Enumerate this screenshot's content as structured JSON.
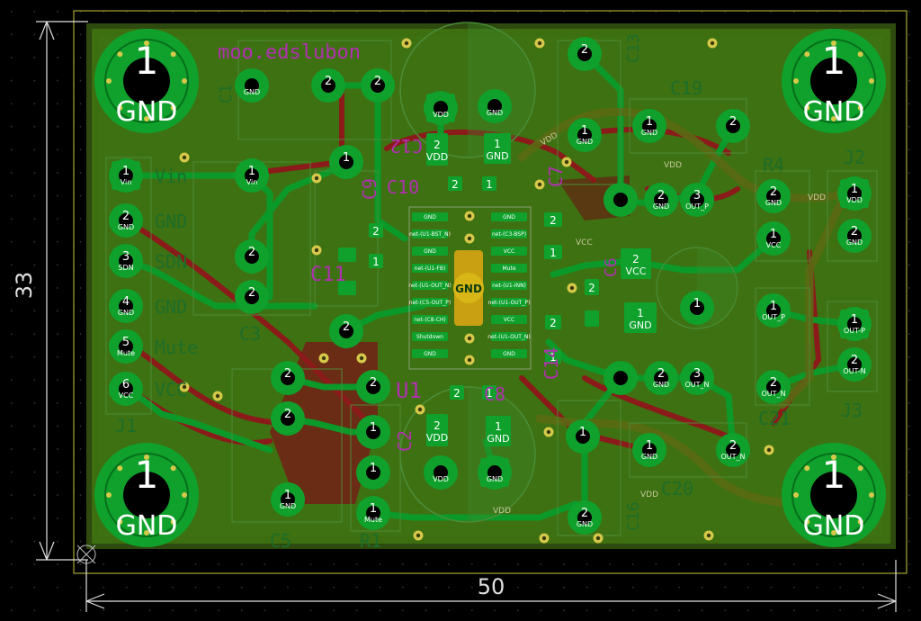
{
  "board": {
    "website": "moo.edslubon",
    "center_label": "GND"
  },
  "dimensions": {
    "height_label": "33",
    "width_label": "50"
  },
  "mounting_holes": [
    {
      "num": "1",
      "net": "GND"
    },
    {
      "num": "1",
      "net": "GND"
    },
    {
      "num": "1",
      "net": "GND"
    },
    {
      "num": "1",
      "net": "GND"
    }
  ],
  "references": {
    "c1": "C1",
    "c3": "C3",
    "c5": "C5",
    "c9": "C9",
    "c10": "C10",
    "c11": "C11",
    "c12": "C12",
    "c13": "C13",
    "c16": "C16",
    "c19": "C19",
    "c20": "C20",
    "c21": "C21",
    "r1": "R1",
    "r4": "R4",
    "u1": "U1",
    "j1": "J1",
    "j2": "J2",
    "j3": "J3",
    "c6": "C6",
    "c2": "C2",
    "c7": "C7",
    "c8": "C8",
    "c14": "C14"
  },
  "j1_pins": [
    {
      "num": "1",
      "net": "Vin"
    },
    {
      "num": "2",
      "net": "GND"
    },
    {
      "num": "3",
      "net": "SDN"
    },
    {
      "num": "4",
      "net": "GND"
    },
    {
      "num": "5",
      "net": "Mute"
    },
    {
      "num": "6",
      "net": "VCC"
    }
  ],
  "j1_silk": [
    "Vin",
    "GND",
    "SDN",
    "GND",
    "Mute",
    "VCC"
  ],
  "j2_pins": [
    {
      "num": "1",
      "net": "VDD"
    },
    {
      "num": "2",
      "net": "GND"
    }
  ],
  "j3_pins": [
    {
      "num": "1",
      "net": "OUT-P"
    },
    {
      "num": "2",
      "net": "OUT-N"
    }
  ],
  "pad_labels": {
    "gnd": "GND",
    "vdd": "VDD",
    "vcc": "VCC",
    "vin": "Vin",
    "mute": "Mute",
    "outp": "OUT_P",
    "outn": "OUT_N",
    "one": "1",
    "two": "2",
    "three": "3"
  },
  "ic_pins_left": [
    "GND",
    "net-(U1-BST_N)",
    "GND",
    "net-(U1-FB)",
    "net-(U1-OUT_N)",
    "net-(C5-OUT_P)",
    "net-(C8-CH)",
    "Shutdown",
    "GND"
  ],
  "ic_pins_right": [
    "GND",
    "net-(C3-BSP)",
    "VCC",
    "Mute",
    "net-(U1-INN)",
    "net-(U1-OUT_P)",
    "VCC",
    "net-(U1-OUT_N)",
    "GND"
  ],
  "net_labels": {
    "vdd": "VDD",
    "vcc": "VCC"
  }
}
